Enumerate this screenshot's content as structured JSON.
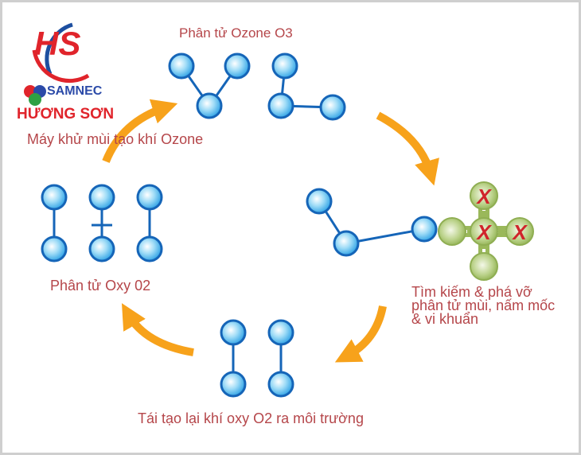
{
  "logo": {
    "monogram": "HS",
    "brand": "SAMNEC",
    "name": "HƯƠNG SƠN"
  },
  "labels": {
    "ozone_molecule": "Phân tử Ozone O3",
    "machine": "Máy khử mùi tạo khí Ozone",
    "oxygen_molecule": "Phân tử Oxy 02",
    "destroy_line1": "Tìm kiếm & phá vỡ",
    "destroy_line2": "phân tử mùi, nấm mốc",
    "destroy_line3": "& vi khuẩn",
    "regenerate": "Tái tạo lại khí oxy O2 ra môi trường"
  },
  "colors": {
    "text": "#b5464a",
    "arrow": "#f7a21b",
    "atom": "#1e88d8",
    "pollutant": "#9ab85a",
    "mark": "#d0242b"
  }
}
